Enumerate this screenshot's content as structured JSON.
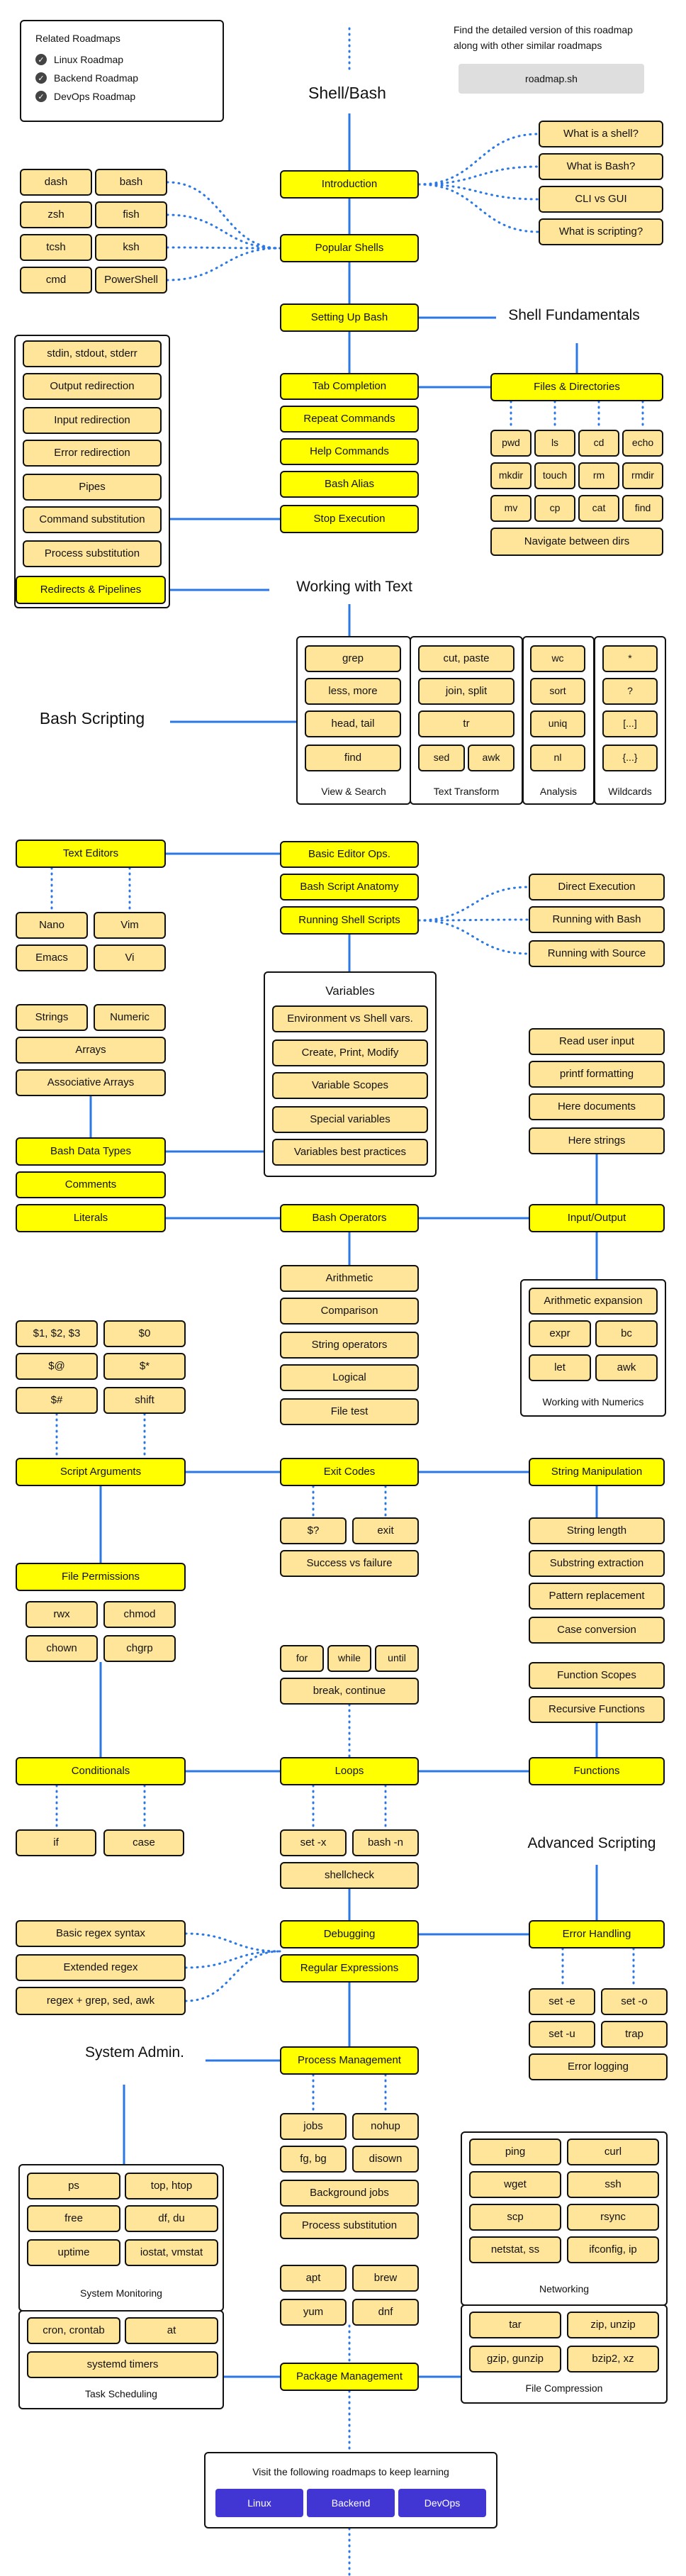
{
  "colors": {
    "topic": "#ffff00",
    "subtopic": "#ffe599",
    "connector": "#2b78e4",
    "button": "#4136d4"
  },
  "related": {
    "title": "Related Roadmaps",
    "items": [
      "Linux Roadmap",
      "Backend Roadmap",
      "DevOps Roadmap"
    ]
  },
  "detail": {
    "text_line1": "Find the detailed version of this roadmap",
    "text_line2": "along with other similar roadmaps",
    "button": "roadmap.sh"
  },
  "titles": {
    "main": "Shell/Bash",
    "fundamentals": "Shell Fundamentals",
    "text": "Working with Text",
    "scripting": "Bash Scripting",
    "advanced": "Advanced Scripting",
    "sysadmin": "System Admin."
  },
  "frames": {
    "variables": "Variables",
    "view_search": "View & Search",
    "text_transform": "Text Transform",
    "analysis": "Analysis",
    "wildcards": "Wildcards",
    "numerics": "Working with Numerics",
    "monitoring": "System Monitoring",
    "scheduling": "Task Scheduling",
    "networking": "Networking",
    "compression": "File Compression"
  },
  "footer": {
    "text": "Visit the following roadmaps to keep learning",
    "buttons": [
      "Linux",
      "Backend",
      "DevOps"
    ]
  },
  "nodes": {
    "introduction": "Introduction",
    "what_shell": "What is a shell?",
    "what_bash": "What is Bash?",
    "cli_gui": "CLI vs GUI",
    "what_scripting": "What is scripting?",
    "dash": "dash",
    "bash": "bash",
    "zsh": "zsh",
    "fish": "fish",
    "tcsh": "tcsh",
    "ksh": "ksh",
    "cmd": "cmd",
    "powershell": "PowerShell",
    "popular_shells": "Popular Shells",
    "setting_up": "Setting Up Bash",
    "stdin": "stdin, stdout, stderr",
    "output_redir": "Output redirection",
    "input_redir": "Input redirection",
    "error_redir": "Error redirection",
    "pipes": "Pipes",
    "cmd_subst": "Command substitution",
    "proc_subst": "Process substitution",
    "redirects": "Redirects & Pipelines",
    "tab_completion": "Tab Completion",
    "repeat_commands": "Repeat Commands",
    "help_commands": "Help Commands",
    "bash_alias": "Bash Alias",
    "stop_execution": "Stop Execution",
    "files_dirs": "Files & Directories",
    "pwd": "pwd",
    "ls": "ls",
    "cd": "cd",
    "echo": "echo",
    "mkdir": "mkdir",
    "touch": "touch",
    "rm": "rm",
    "rmdir": "rmdir",
    "mv": "mv",
    "cp": "cp",
    "cat": "cat",
    "find_fs": "find",
    "navigate": "Navigate between dirs",
    "grep": "grep",
    "less_more": "less, more",
    "head_tail": "head, tail",
    "find_text": "find",
    "cut_paste": "cut, paste",
    "join_split": "join, split",
    "tr": "tr",
    "sed": "sed",
    "awk_text": "awk",
    "wc": "wc",
    "sort": "sort",
    "uniq": "uniq",
    "nl": "nl",
    "wc_star": "*",
    "wc_q": "?",
    "wc_br": "[...]",
    "wc_cb": "{...}",
    "text_editors": "Text Editors",
    "nano": "Nano",
    "vim": "Vim",
    "emacs": "Emacs",
    "vi": "Vi",
    "basic_editor": "Basic Editor Ops.",
    "script_anatomy": "Bash Script Anatomy",
    "running_scripts": "Running Shell Scripts",
    "direct_exec": "Direct Execution",
    "running_bash": "Running with Bash",
    "running_source": "Running with Source",
    "env_vs_shell": "Environment vs Shell vars.",
    "create_print": "Create, Print, Modify",
    "var_scopes": "Variable Scopes",
    "special_vars": "Special variables",
    "var_best": "Variables best practices",
    "strings": "Strings",
    "numeric": "Numeric",
    "arrays": "Arrays",
    "assoc_arrays": "Associative Arrays",
    "data_types": "Bash Data Types",
    "comments": "Comments",
    "literals": "Literals",
    "read_input": "Read user input",
    "printf": "printf formatting",
    "here_docs": "Here documents",
    "here_strings": "Here strings",
    "input_output": "Input/Output",
    "bash_operators": "Bash Operators",
    "arithmetic": "Arithmetic",
    "comparison": "Comparison",
    "string_ops": "String operators",
    "logical": "Logical",
    "file_test": "File test",
    "arith_expansion": "Arithmetic expansion",
    "expr": "expr",
    "bc": "bc",
    "let": "let",
    "awk_num": "awk",
    "d123": "$1, $2, $3",
    "d0": "$0",
    "dat": "$@",
    "dstar": "$*",
    "dhash": "$#",
    "shift": "shift",
    "script_args": "Script Arguments",
    "exit_codes": "Exit Codes",
    "dq": "$?",
    "exit": "exit",
    "success_failure": "Success vs failure",
    "string_manip": "String Manipulation",
    "string_length": "String length",
    "substring": "Substring extraction",
    "pattern_replace": "Pattern replacement",
    "case_conv": "Case conversion",
    "file_permissions": "File Permissions",
    "rwx": "rwx",
    "chmod": "chmod",
    "chown": "chown",
    "chgrp": "chgrp",
    "for": "for",
    "while": "while",
    "until": "until",
    "break_continue": "break, continue",
    "function_scopes": "Function Scopes",
    "recursive_funcs": "Recursive Functions",
    "conditionals": "Conditionals",
    "loops": "Loops",
    "functions": "Functions",
    "if": "if",
    "case": "case",
    "set_x": "set -x",
    "bash_n": "bash -n",
    "shellcheck": "shellcheck",
    "basic_regex": "Basic regex syntax",
    "extended_regex": "Extended regex",
    "regex_grep": "regex + grep, sed, awk",
    "debugging": "Debugging",
    "regular_expr": "Regular Expressions",
    "error_handling": "Error Handling",
    "set_e": "set -e",
    "set_o": "set -o",
    "set_u": "set -u",
    "trap": "trap",
    "error_logging": "Error logging",
    "process_mgmt": "Process Management",
    "jobs": "jobs",
    "nohup": "nohup",
    "fg_bg": "fg, bg",
    "disown": "disown",
    "bg_jobs": "Background jobs",
    "proc_subst2": "Process substitution",
    "ps": "ps",
    "top_htop": "top, htop",
    "free": "free",
    "df_du": "df, du",
    "uptime": "uptime",
    "iostat": "iostat, vmstat",
    "cron": "cron, crontab",
    "at": "at",
    "systemd_timers": "systemd timers",
    "apt": "apt",
    "brew": "brew",
    "yum": "yum",
    "dnf": "dnf",
    "package_mgmt": "Package Management",
    "ping": "ping",
    "curl": "curl",
    "wget": "wget",
    "ssh": "ssh",
    "scp": "scp",
    "rsync": "rsync",
    "netstat": "netstat, ss",
    "ifconfig": "ifconfig, ip",
    "tar": "tar",
    "zip_unzip": "zip, unzip",
    "gzip": "gzip, gunzip",
    "bzip2": "bzip2, xz"
  }
}
